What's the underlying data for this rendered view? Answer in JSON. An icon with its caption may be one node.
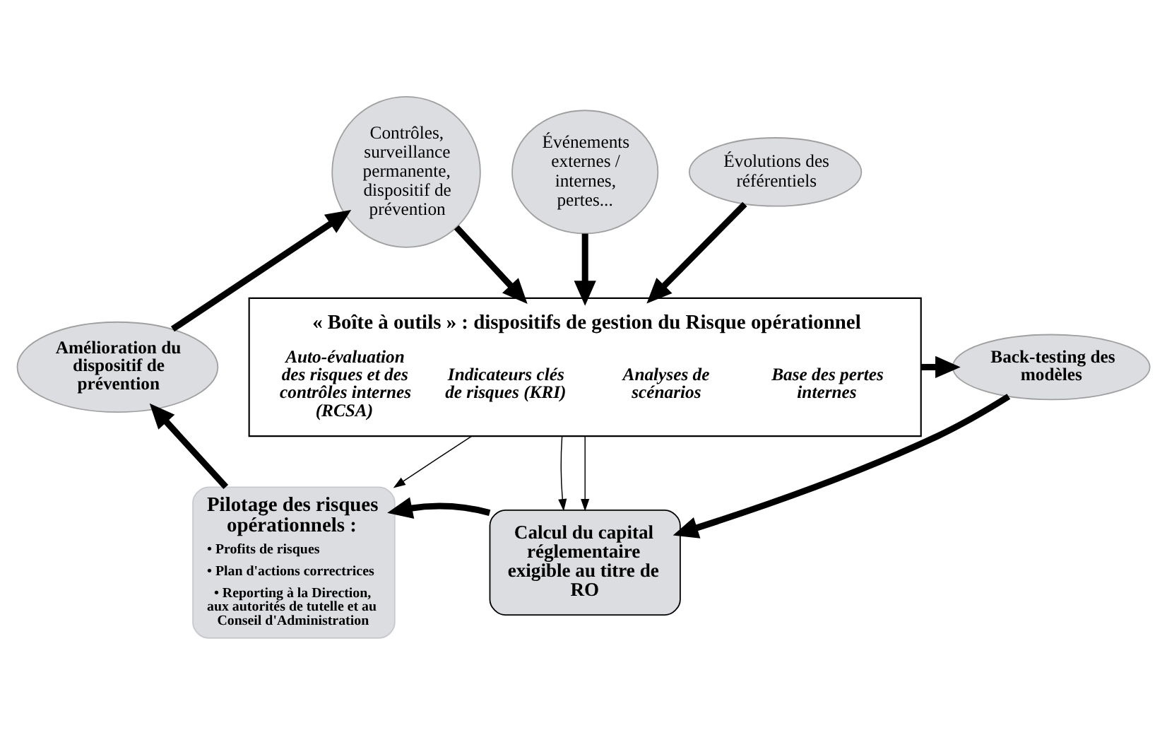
{
  "diagram": {
    "nodes": [
      {
        "text": [
          "Contrôles, surveillance permanente, dispositif de prévention"
        ]
      },
      {
        "text": [
          "Événements externes / internes, pertes..."
        ]
      },
      {
        "text": [
          "Évolutions des référentiels"
        ]
      },
      {
        "text": [
          "« Boîte à outils » : dispositifs de gestion du Risque opérationnel",
          "Auto-évaluation des risques et des contrôles internes (RCSA)",
          "Indicateurs clés de risques (KRI)",
          "Analyses de scénarios",
          "Base des pertes internes"
        ]
      },
      {
        "text": [
          "Amélioration du dispositif de prévention"
        ]
      },
      {
        "text": [
          "Back-testing des modèles"
        ]
      },
      {
        "text": [
          "Pilotage des risques opérationnels :",
          "• Profits de risques",
          "• Plan d'actions correctrices",
          "• Reporting à la Direction, aux autorités de tutelle et au Conseil d'Administration"
        ]
      },
      {
        "text": [
          "Calcul du capital réglementaire exigible au titre de RO"
        ]
      }
    ],
    "edges": [
      {
        "from": 0,
        "to": 3,
        "arrow": "to"
      },
      {
        "from": 1,
        "to": 3,
        "arrow": "to"
      },
      {
        "from": 2,
        "to": 3,
        "arrow": "to"
      },
      {
        "from": 3,
        "to": 5,
        "arrow": "to"
      },
      {
        "from": 5,
        "to": 7,
        "arrow": "to"
      },
      {
        "from": 7,
        "to": 6,
        "arrow": "to"
      },
      {
        "from": 6,
        "to": 4,
        "arrow": "to"
      },
      {
        "from": 4,
        "to": 0,
        "arrow": "to"
      },
      {
        "from": 3,
        "to": 6,
        "arrow": "to"
      },
      {
        "from": 3,
        "to": 7,
        "arrow": "to"
      },
      {
        "from": 3,
        "to": 7,
        "arrow": "to"
      }
    ]
  }
}
